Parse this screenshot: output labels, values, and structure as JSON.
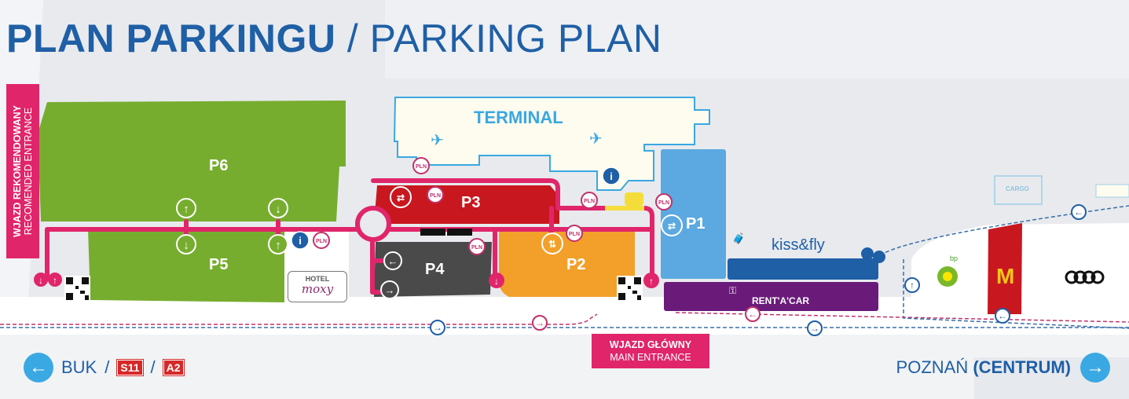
{
  "title": {
    "bold": "PLAN PARKINGU",
    "separator": " / ",
    "light": "PARKING PLAN"
  },
  "colors": {
    "title_blue": "#1f5fa6",
    "route_pink": "#e0256b",
    "p6_p5_green": "#77ad2f",
    "p3_red": "#c8171f",
    "p4_dark": "#4a4a4a",
    "p2_orange": "#f2a02a",
    "p1_blue": "#5ba9e0",
    "kissfly_blue": "#1f5fa6",
    "rentacar_purple": "#6a1b7a",
    "mcdonalds_red": "#c8171f",
    "terminal_fill": "#fdfcef",
    "terminal_outline": "#3aa8e2"
  },
  "recommended_entrance": {
    "pl": "WJAZD REKOMENDOWANY",
    "en": "RECOMENDED ENTRANCE"
  },
  "main_entrance": {
    "pl": "WJAZD GŁÓWNY",
    "en": "MAIN ENTRANCE"
  },
  "parkings": {
    "p6": "P6",
    "p5": "P5",
    "p4": "P4",
    "p3": "P3",
    "p2": "P2",
    "p1": "P1"
  },
  "terminal": {
    "label": "TERMINAL"
  },
  "places": {
    "hotel_top": "HOTEL",
    "hotel_brand": "moxy",
    "kiss_and_fly": "kiss&fly",
    "rent_a_car": "RENT'A'CAR",
    "cargo": "CARGO",
    "bp": "bp"
  },
  "payment_marker": "PLN",
  "directions": {
    "left": {
      "arrow": "←",
      "label": "BUK",
      "sep": "/",
      "road1": "S11",
      "road2": "A2"
    },
    "right": {
      "label_light": "POZNAŃ ",
      "label_bold": "(CENTRUM)",
      "arrow": "→"
    }
  }
}
